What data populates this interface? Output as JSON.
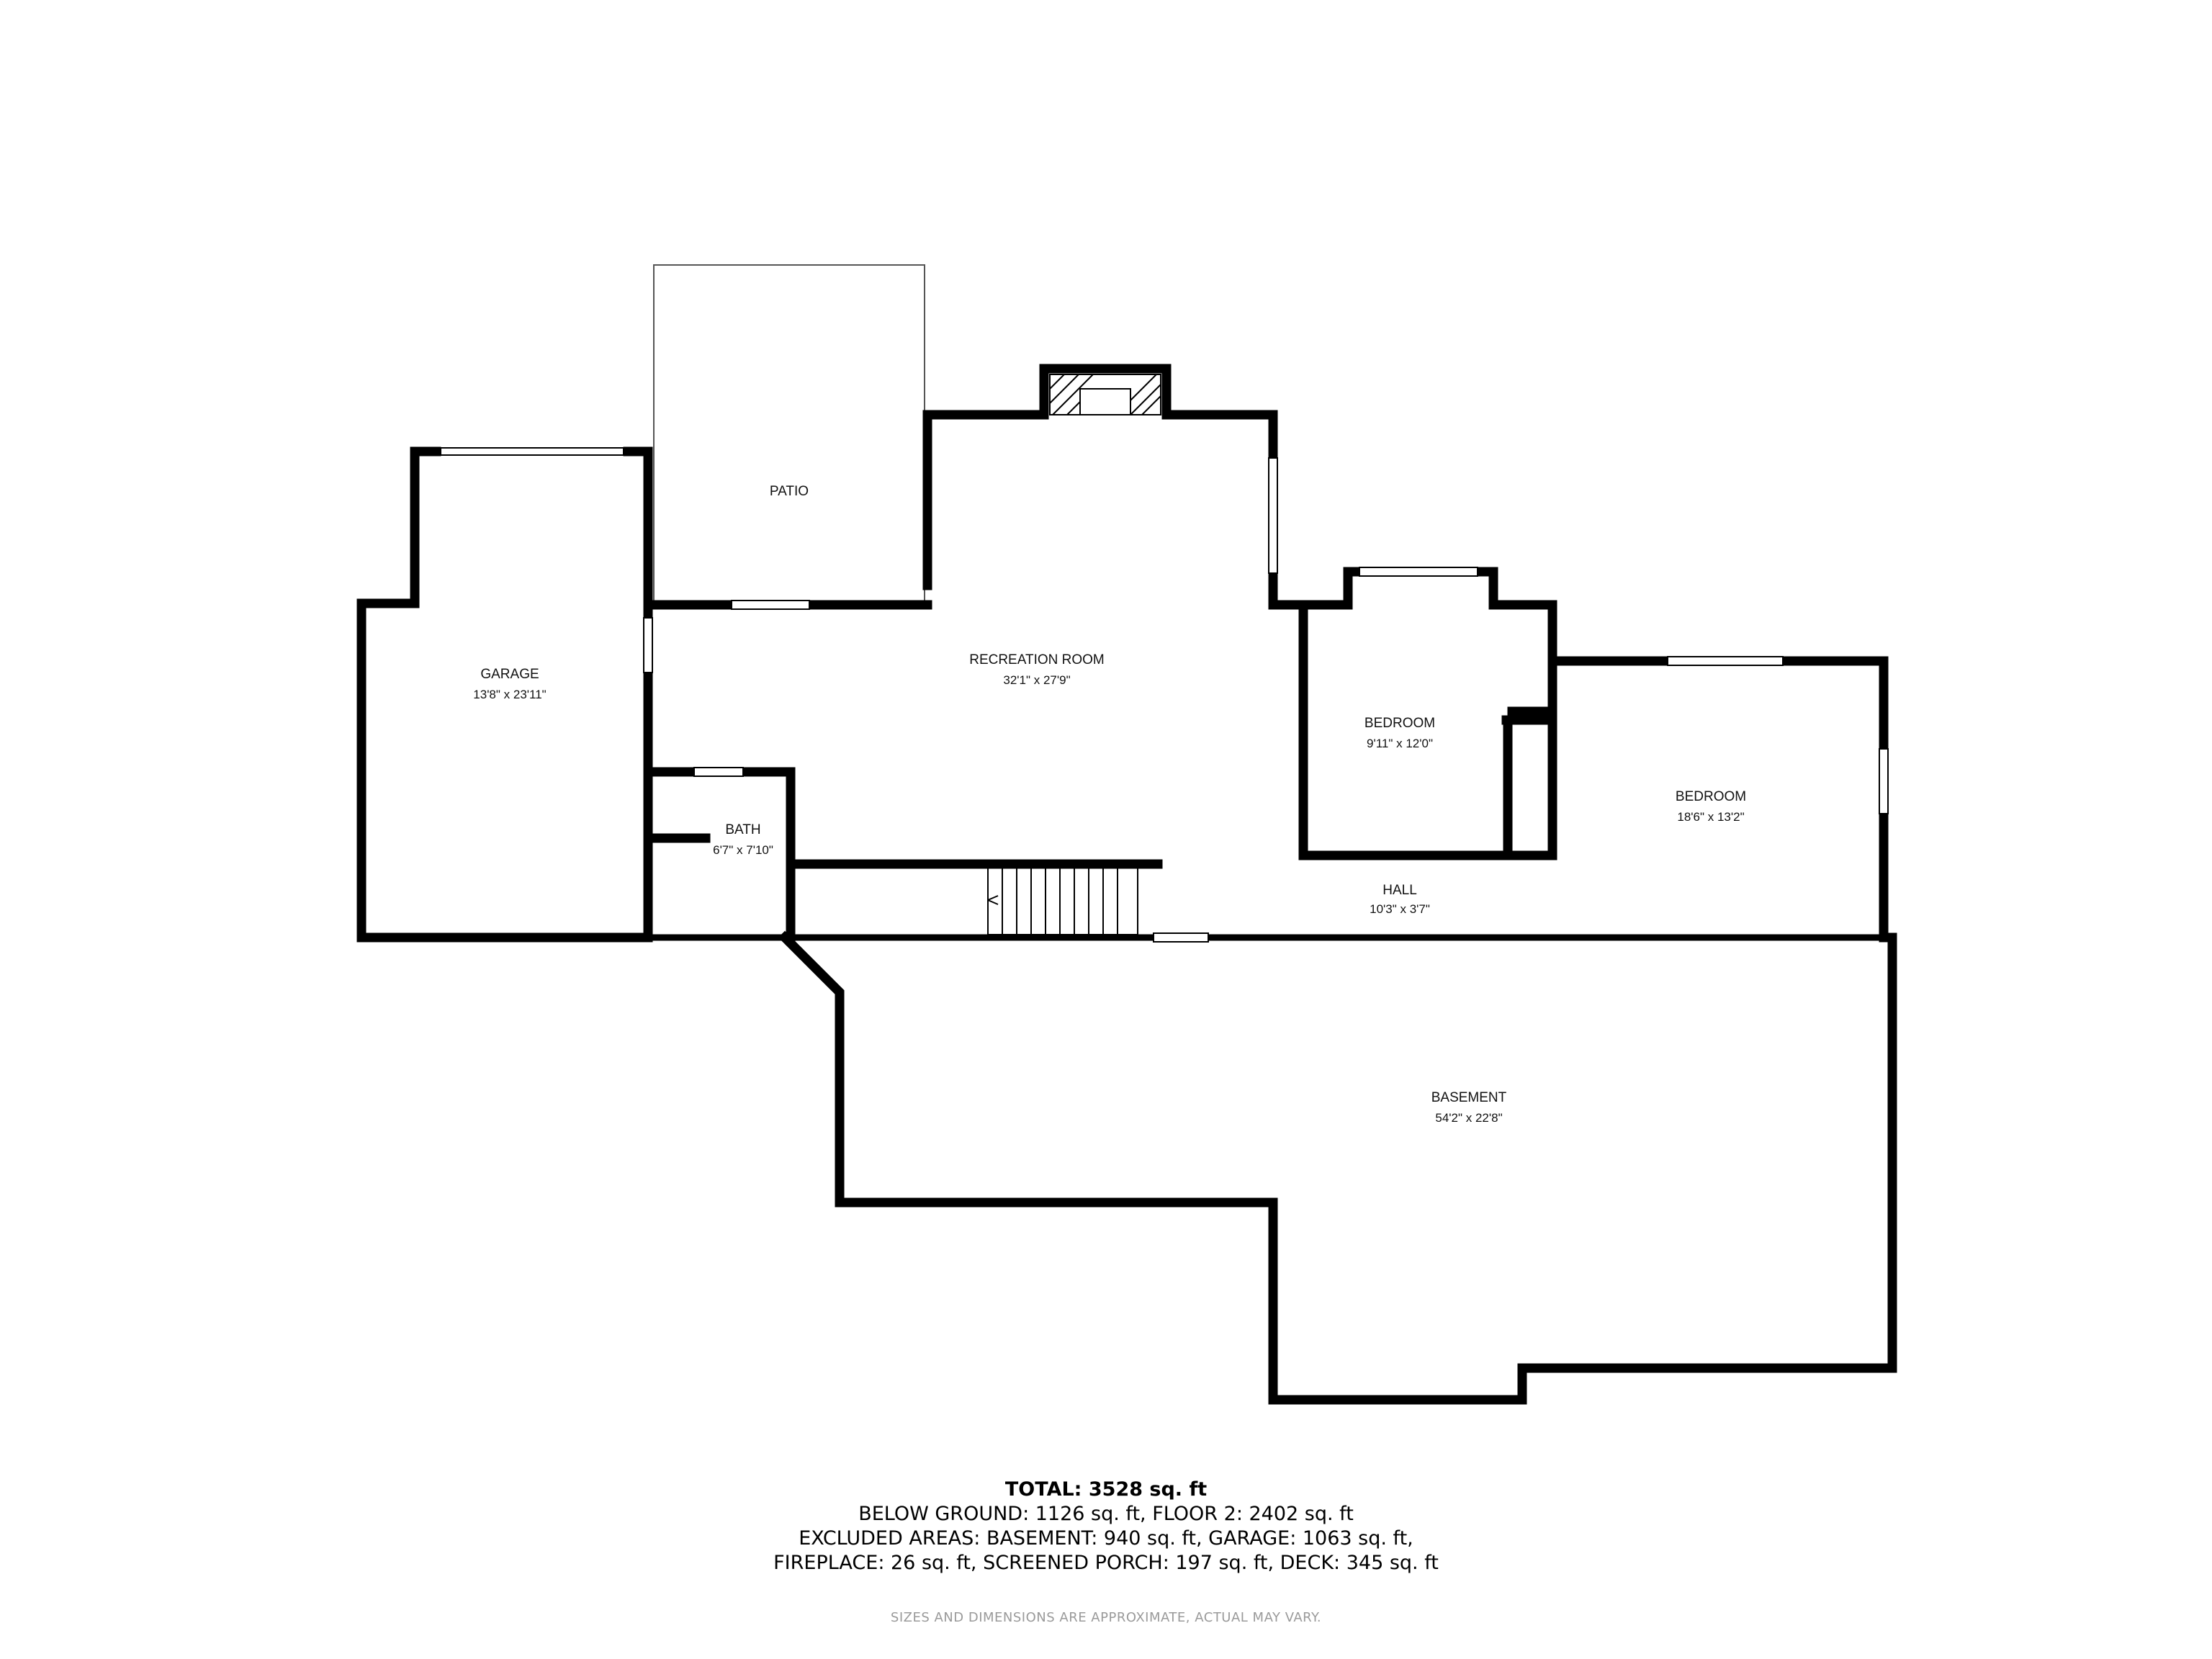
{
  "rooms": {
    "patio": {
      "name": "PATIO",
      "dim": ""
    },
    "garage": {
      "name": "GARAGE",
      "dim": "13'8\" x 23'11\""
    },
    "recreation": {
      "name": "RECREATION ROOM",
      "dim": "32'1\" x 27'9\""
    },
    "bedroom1": {
      "name": "BEDROOM",
      "dim": "9'11\" x 12'0\""
    },
    "bedroom2": {
      "name": "BEDROOM",
      "dim": "18'6\" x 13'2\""
    },
    "bath": {
      "name": "BATH",
      "dim": "6'7\" x 7'10\""
    },
    "hall": {
      "name": "HALL",
      "dim": "10'3\" x 3'7\""
    },
    "basement": {
      "name": "BASEMENT",
      "dim": "54'2\" x 22'8\""
    }
  },
  "summary": {
    "total": "TOTAL: 3528 sq. ft",
    "line2": "BELOW GROUND: 1126 sq. ft, FLOOR 2: 2402 sq. ft",
    "line3": "EXCLUDED AREAS: BASEMENT: 940 sq. ft, GARAGE: 1063 sq. ft,",
    "line4": "FIREPLACE: 26 sq. ft, SCREENED PORCH: 197 sq. ft, DECK: 345 sq. ft"
  },
  "disclaimer": "SIZES AND DIMENSIONS ARE APPROXIMATE, ACTUAL MAY VARY.",
  "colors": {
    "wall": "#000000",
    "text": "#111111",
    "disclaimer": "#9a9a9a"
  }
}
